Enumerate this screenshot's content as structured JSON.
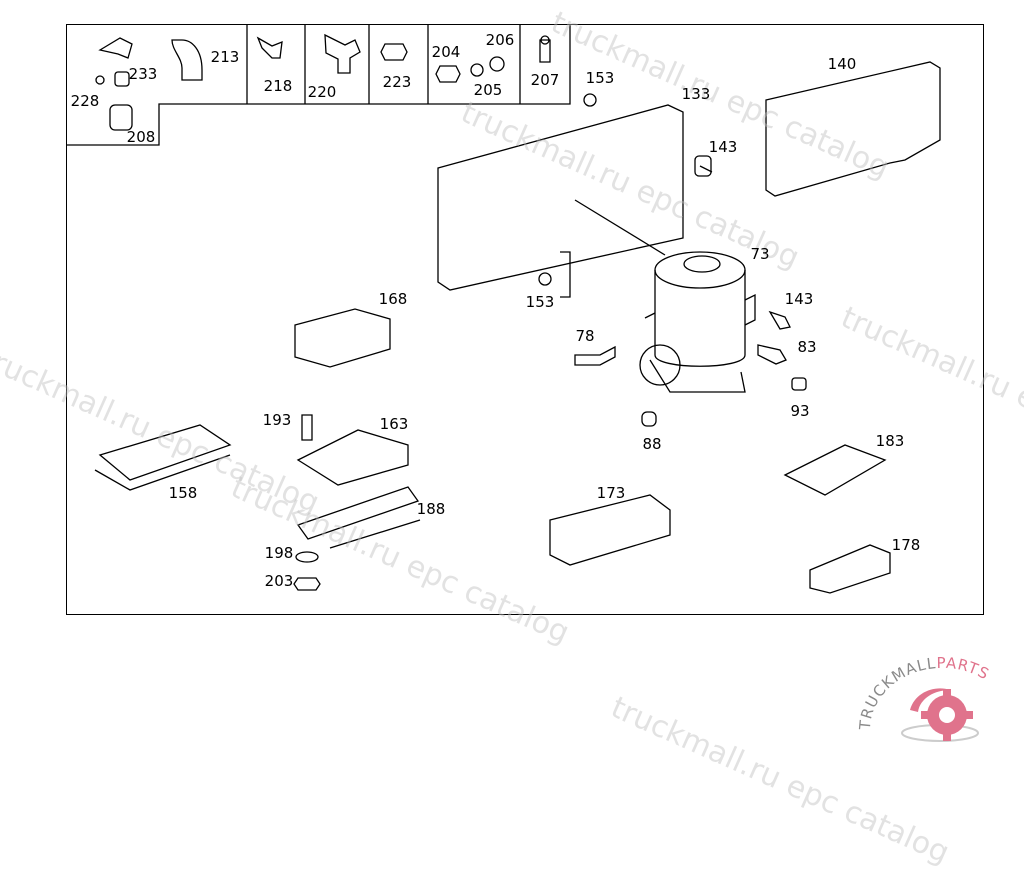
{
  "diagram": {
    "watermark": "truckmall.ru epc catalog",
    "logo": {
      "text_left": "TRUCKMALL",
      "text_right": "PARTS",
      "colors": {
        "text": "#8a8a8a",
        "accent": "#e0738c"
      }
    },
    "part_labels": [
      {
        "id": "233",
        "name": "part-233"
      },
      {
        "id": "228",
        "name": "part-228"
      },
      {
        "id": "208",
        "name": "part-208"
      },
      {
        "id": "213",
        "name": "part-213"
      },
      {
        "id": "218",
        "name": "part-218"
      },
      {
        "id": "220",
        "name": "part-220"
      },
      {
        "id": "223",
        "name": "part-223"
      },
      {
        "id": "204",
        "name": "part-204"
      },
      {
        "id": "206",
        "name": "part-206"
      },
      {
        "id": "205",
        "name": "part-205"
      },
      {
        "id": "207",
        "name": "part-207"
      },
      {
        "id": "153",
        "name": "part-153-top"
      },
      {
        "id": "133",
        "name": "part-133"
      },
      {
        "id": "143",
        "name": "part-143-top"
      },
      {
        "id": "140",
        "name": "part-140"
      },
      {
        "id": "73",
        "name": "part-73"
      },
      {
        "id": "153",
        "name": "part-153-bottom"
      },
      {
        "id": "143",
        "name": "part-143-right"
      },
      {
        "id": "168",
        "name": "part-168"
      },
      {
        "id": "78",
        "name": "part-78"
      },
      {
        "id": "83",
        "name": "part-83"
      },
      {
        "id": "93",
        "name": "part-93"
      },
      {
        "id": "88",
        "name": "part-88"
      },
      {
        "id": "193",
        "name": "part-193"
      },
      {
        "id": "163",
        "name": "part-163"
      },
      {
        "id": "183",
        "name": "part-183"
      },
      {
        "id": "158",
        "name": "part-158"
      },
      {
        "id": "173",
        "name": "part-173"
      },
      {
        "id": "188",
        "name": "part-188"
      },
      {
        "id": "178",
        "name": "part-178"
      },
      {
        "id": "198",
        "name": "part-198"
      },
      {
        "id": "203",
        "name": "part-203"
      }
    ]
  }
}
